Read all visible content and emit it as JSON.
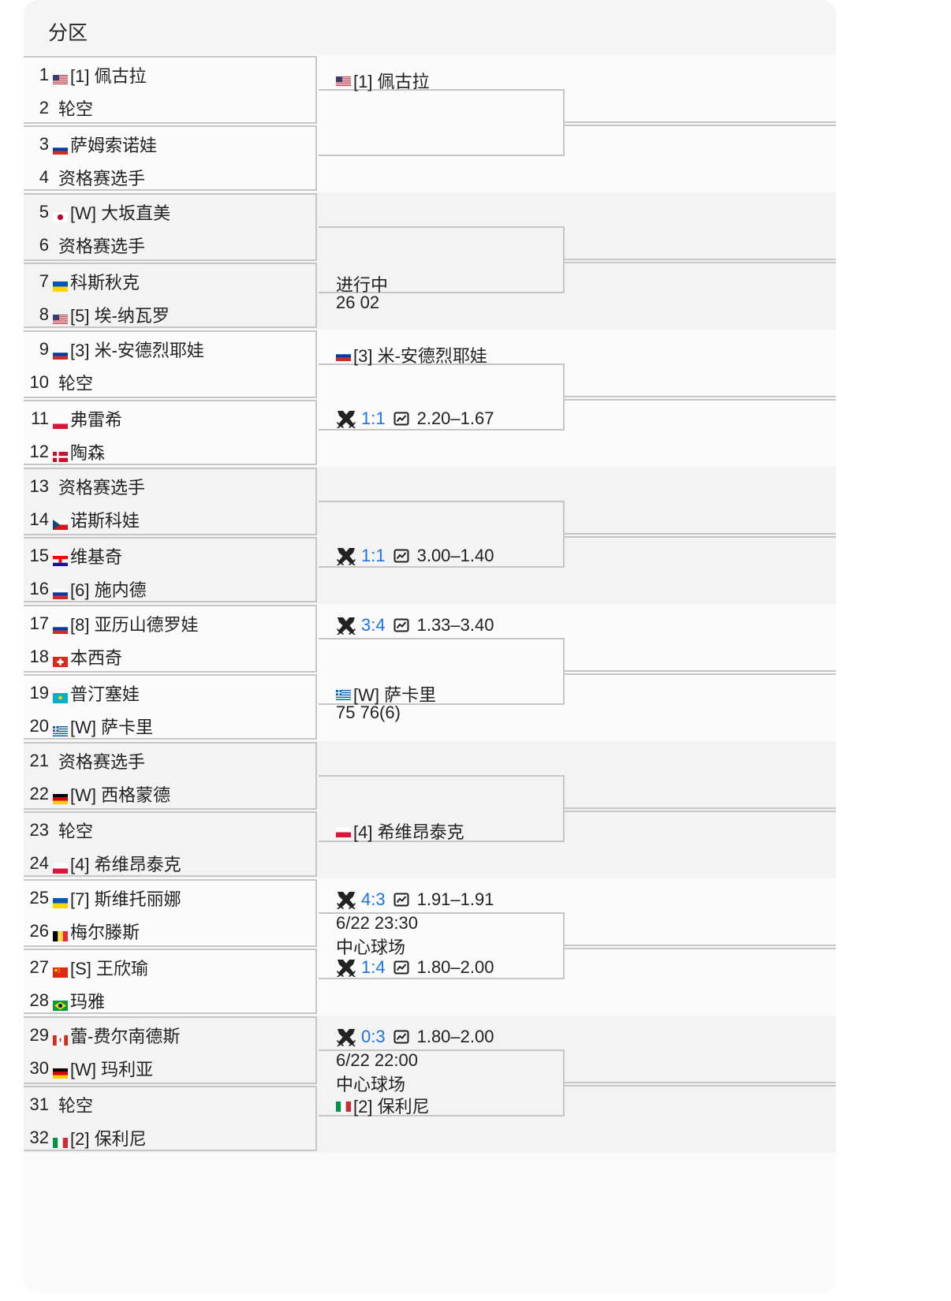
{
  "header": {
    "title": "分区"
  },
  "colors": {
    "link_blue": "#1a73e8",
    "line_gray": "#c6c6c6",
    "band_light": "#fbfbfb",
    "band_dark": "#f3f3f3"
  },
  "icons": {
    "h2h": "crossed-swords-icon",
    "odds": "trend-chart-icon"
  },
  "round1": [
    {
      "n": "1",
      "flag": "us",
      "name": "[1] 佩古拉"
    },
    {
      "n": "2",
      "flag": "",
      "name": "轮空"
    },
    {
      "n": "3",
      "flag": "ru",
      "name": "萨姆索诺娃"
    },
    {
      "n": "4",
      "flag": "",
      "name": "资格赛选手"
    },
    {
      "n": "5",
      "flag": "jp",
      "name": "[W] 大坂直美"
    },
    {
      "n": "6",
      "flag": "",
      "name": "资格赛选手"
    },
    {
      "n": "7",
      "flag": "ua",
      "name": "科斯秋克"
    },
    {
      "n": "8",
      "flag": "us",
      "name": "[5] 埃-纳瓦罗"
    },
    {
      "n": "9",
      "flag": "ru",
      "name": "[3] 米-安德烈耶娃"
    },
    {
      "n": "10",
      "flag": "",
      "name": "轮空"
    },
    {
      "n": "11",
      "flag": "pl",
      "name": "弗雷希"
    },
    {
      "n": "12",
      "flag": "dk",
      "name": "陶森"
    },
    {
      "n": "13",
      "flag": "",
      "name": "资格赛选手"
    },
    {
      "n": "14",
      "flag": "cz",
      "name": "诺斯科娃"
    },
    {
      "n": "15",
      "flag": "hr",
      "name": "维基奇"
    },
    {
      "n": "16",
      "flag": "ru",
      "name": "[6] 施内德"
    },
    {
      "n": "17",
      "flag": "ru",
      "name": "[8] 亚历山德罗娃"
    },
    {
      "n": "18",
      "flag": "ch",
      "name": "本西奇"
    },
    {
      "n": "19",
      "flag": "kz",
      "name": "普汀塞娃"
    },
    {
      "n": "20",
      "flag": "gr",
      "name": "[W] 萨卡里"
    },
    {
      "n": "21",
      "flag": "",
      "name": "资格赛选手"
    },
    {
      "n": "22",
      "flag": "de",
      "name": "[W] 西格蒙德"
    },
    {
      "n": "23",
      "flag": "",
      "name": "轮空"
    },
    {
      "n": "24",
      "flag": "pl",
      "name": "[4] 希维昂泰克"
    },
    {
      "n": "25",
      "flag": "ua",
      "name": "[7] 斯维托丽娜"
    },
    {
      "n": "26",
      "flag": "be",
      "name": "梅尔滕斯"
    },
    {
      "n": "27",
      "flag": "cn",
      "name": "[S] 王欣瑜"
    },
    {
      "n": "28",
      "flag": "br",
      "name": "玛雅"
    },
    {
      "n": "29",
      "flag": "ca",
      "name": "蕾-费尔南德斯"
    },
    {
      "n": "30",
      "flag": "de",
      "name": "[W] 玛利亚"
    },
    {
      "n": "31",
      "flag": "",
      "name": "轮空"
    },
    {
      "n": "32",
      "flag": "it",
      "name": "[2] 保利尼"
    }
  ],
  "round2": [
    {
      "top": {
        "flag": "us",
        "name": "[1] 佩古拉"
      }
    },
    {
      "mid": [
        "进行中",
        "26 02"
      ]
    },
    {
      "top": {
        "flag": "ru",
        "name": "[3] 米-安德烈耶娃"
      },
      "bottom_odds": {
        "h2h": "1:1",
        "odds": "2.20–1.67"
      }
    },
    {
      "bottom_odds": {
        "h2h": "1:1",
        "odds": "3.00–1.40"
      }
    },
    {
      "top_odds": {
        "h2h": "3:4",
        "odds": "1.33–3.40"
      },
      "bottom": {
        "flag": "gr",
        "name": "[W] 萨卡里"
      },
      "sub": "75 76(6)"
    },
    {
      "bottom": {
        "flag": "pl",
        "name": "[4] 希维昂泰克"
      }
    },
    {
      "top_odds": {
        "h2h": "4:3",
        "odds": "1.91–1.91"
      },
      "info": [
        "6/22 23:30",
        "中心球场"
      ],
      "bottom_odds": {
        "h2h": "1:4",
        "odds": "1.80–2.00"
      }
    },
    {
      "top_odds": {
        "h2h": "0:3",
        "odds": "1.80–2.00"
      },
      "info": [
        "6/22 22:00",
        "中心球场"
      ],
      "bottom": {
        "flag": "it",
        "name": "[2] 保利尼"
      }
    }
  ]
}
